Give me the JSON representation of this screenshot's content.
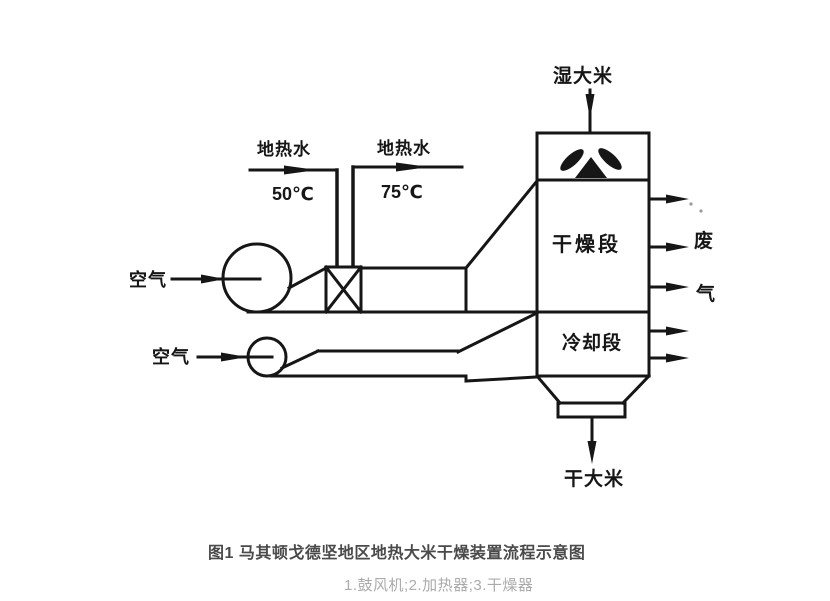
{
  "diagram": {
    "labels": {
      "wet_rice": "湿大米",
      "geothermal_left": "地热水",
      "geothermal_left_temp": "50℃",
      "geothermal_right": "地热水",
      "geothermal_right_temp": "75℃",
      "air_upper": "空气",
      "air_lower": "空气",
      "drying_section": "干燥段",
      "cooling_section": "冷却段",
      "waste_gas_char1": "废",
      "waste_gas_char2": "气",
      "dry_rice": "干大米"
    },
    "caption": "图1 马其顿戈德坚地区地热大米干燥装置流程示意图",
    "legend": "1.鼓风机;2.加热器;3.干燥器",
    "colors": {
      "ink": "#161616",
      "caption_text": "#4a4a4a",
      "legend_text": "#ababab",
      "background": "#ffffff"
    }
  }
}
